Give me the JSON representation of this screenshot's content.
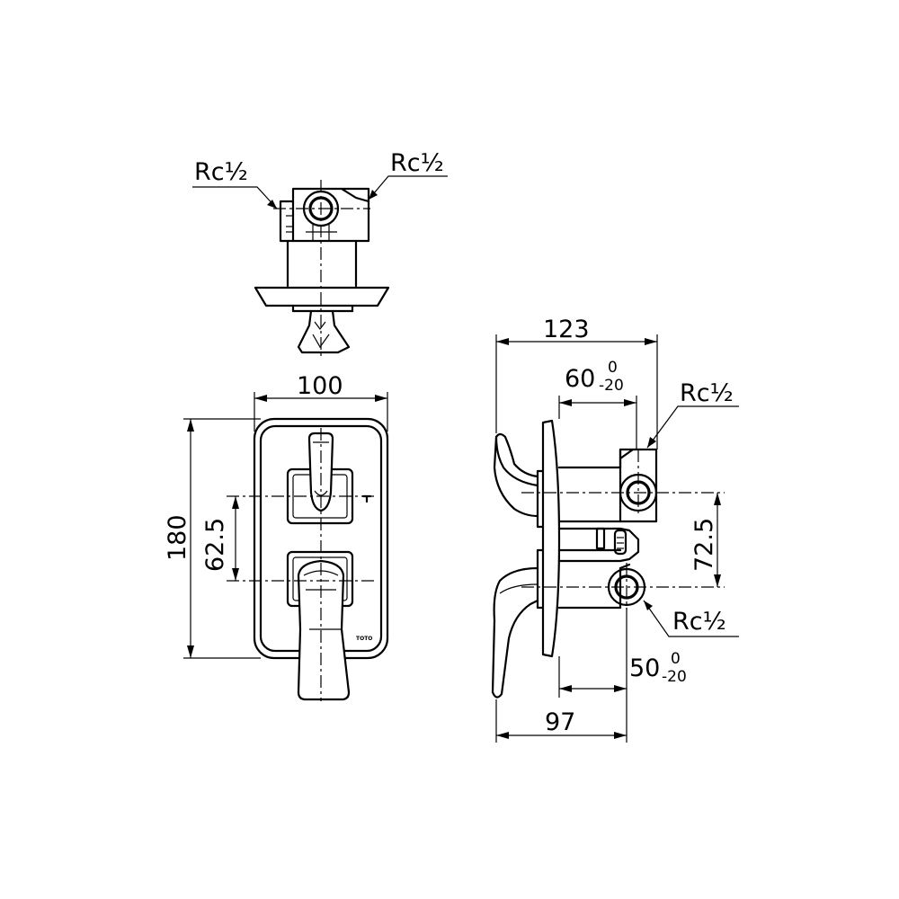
{
  "labels": {
    "top_rc_left": "Rc½",
    "top_rc_right": "Rc½",
    "front_width": "100",
    "front_height": "180",
    "front_spacing": "62.5",
    "side_depth_total": "123",
    "side_depth_inner": "60",
    "side_depth_inner_tol_upper": "0",
    "side_depth_inner_tol_lower": "-20",
    "side_rc_upper": "Rc½",
    "side_rc_lower": "Rc½",
    "side_spacing": "72.5",
    "side_depth_lower": "50",
    "side_depth_lower_tol_upper": "0",
    "side_depth_lower_tol_lower": "-20",
    "side_depth_body": "97",
    "brand_mark": "TOTO"
  }
}
